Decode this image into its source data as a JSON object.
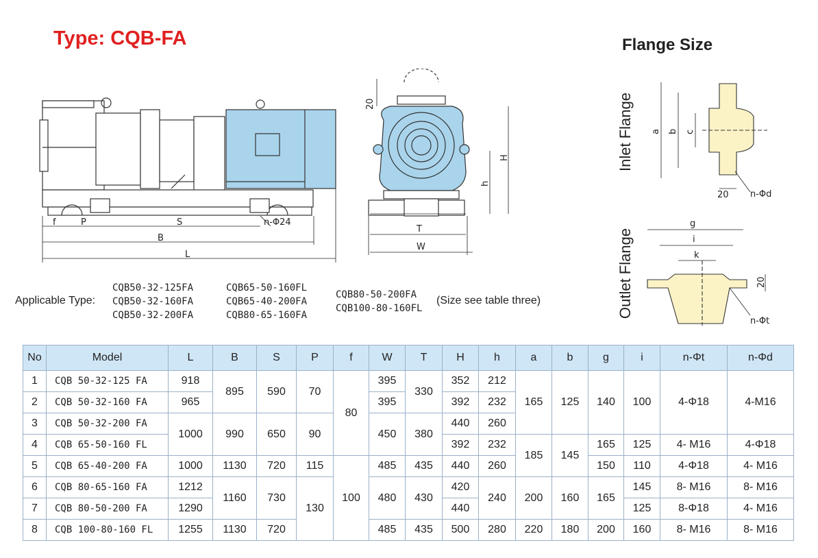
{
  "title": "Type: CQB-FA",
  "flange_title": "Flange Size",
  "drawing_labels": {
    "f": "f",
    "P": "P",
    "S": "S",
    "B": "B",
    "L": "L",
    "n_phi24": "n-Φ24",
    "twenty_top": "20",
    "T": "T",
    "W": "W",
    "h": "h",
    "H": "H",
    "inlet_flange": "Inlet Flange",
    "outlet_flange": "Outlet Flange",
    "a": "a",
    "b": "b",
    "c": "c",
    "twenty_inlet": "20",
    "n_phi_d": "n-Φd",
    "g": "g",
    "i": "i",
    "k": "k",
    "twenty_outlet": "20",
    "n_phi_t": "n-Φt"
  },
  "applicable": {
    "label": "Applicable Type:",
    "col1": [
      "CQB50-32-125FA",
      "CQB50-32-160FA",
      "CQB50-32-200FA"
    ],
    "col2": [
      "CQB65-50-160FL",
      "CQB65-40-200FA",
      "CQB80-65-160FA"
    ],
    "col3": [
      "CQB80-50-200FA",
      "CQB100-80-160FL"
    ],
    "note": "(Size see table three)"
  },
  "table": {
    "headers": [
      "No",
      "Model",
      "L",
      "B",
      "S",
      "P",
      "f",
      "W",
      "T",
      "H",
      "h",
      "a",
      "b",
      "g",
      "i",
      "n-Φt",
      "n-Φd"
    ],
    "rows": [
      {
        "no": "1",
        "model": "CQB 50-32-125 FA",
        "L": "918",
        "B": "895",
        "S": "590",
        "P": "70",
        "f": "80",
        "W": "395",
        "T": "330",
        "H": "352",
        "h": "212",
        "a": "165",
        "b": "125",
        "g": "140",
        "i": "100",
        "nt": "4-Φ18",
        "nd": "4-M16"
      },
      {
        "no": "2",
        "model": "CQB 50-32-160 FA",
        "L": "965",
        "W": "395",
        "H": "392",
        "h": "232"
      },
      {
        "no": "3",
        "model": "CQB 50-32-200 FA",
        "L": "1000",
        "B": "990",
        "S": "650",
        "P": "90",
        "W": "450",
        "T": "380",
        "H": "440",
        "h": "260"
      },
      {
        "no": "4",
        "model": "CQB 65-50-160 FL",
        "H": "392",
        "h": "232",
        "a": "185",
        "b": "145",
        "g": "165",
        "i": "125",
        "nt": "4- M16",
        "nd": "4-Φ18"
      },
      {
        "no": "5",
        "model": "CQB 65-40-200 FA",
        "L": "1000",
        "B": "1130",
        "S": "720",
        "P": "115",
        "f": "100",
        "W": "485",
        "T": "435",
        "H": "440",
        "h": "260",
        "g": "150",
        "i": "110",
        "nt": "4-Φ18",
        "nd": "4- M16"
      },
      {
        "no": "6",
        "model": "CQB 80-65-160 FA",
        "L": "1212",
        "B": "1160",
        "S": "730",
        "P": "130",
        "W": "480",
        "T": "430",
        "H": "420",
        "h": "240",
        "a": "200",
        "b": "160",
        "g": "165",
        "i": "145",
        "nt": "8- M16",
        "nd": "8- M16"
      },
      {
        "no": "7",
        "model": "CQB 80-50-200 FA",
        "L": "1290",
        "H": "440",
        "i": "125",
        "nt": "8-Φ18",
        "nd": "4- M16"
      },
      {
        "no": "8",
        "model": "CQB 100-80-160 FL",
        "L": "1255",
        "B": "1130",
        "S": "720",
        "W": "485",
        "T": "435",
        "H": "500",
        "h": "280",
        "a": "220",
        "b": "180",
        "g": "200",
        "i": "160",
        "nt": "8- M16",
        "nd": "8- M16"
      }
    ]
  },
  "colors": {
    "title": "#e02020",
    "header_bg": "#cfe6f6",
    "pump_blue": "#a9d4ec",
    "flange_yellow": "#fbf3c6"
  }
}
